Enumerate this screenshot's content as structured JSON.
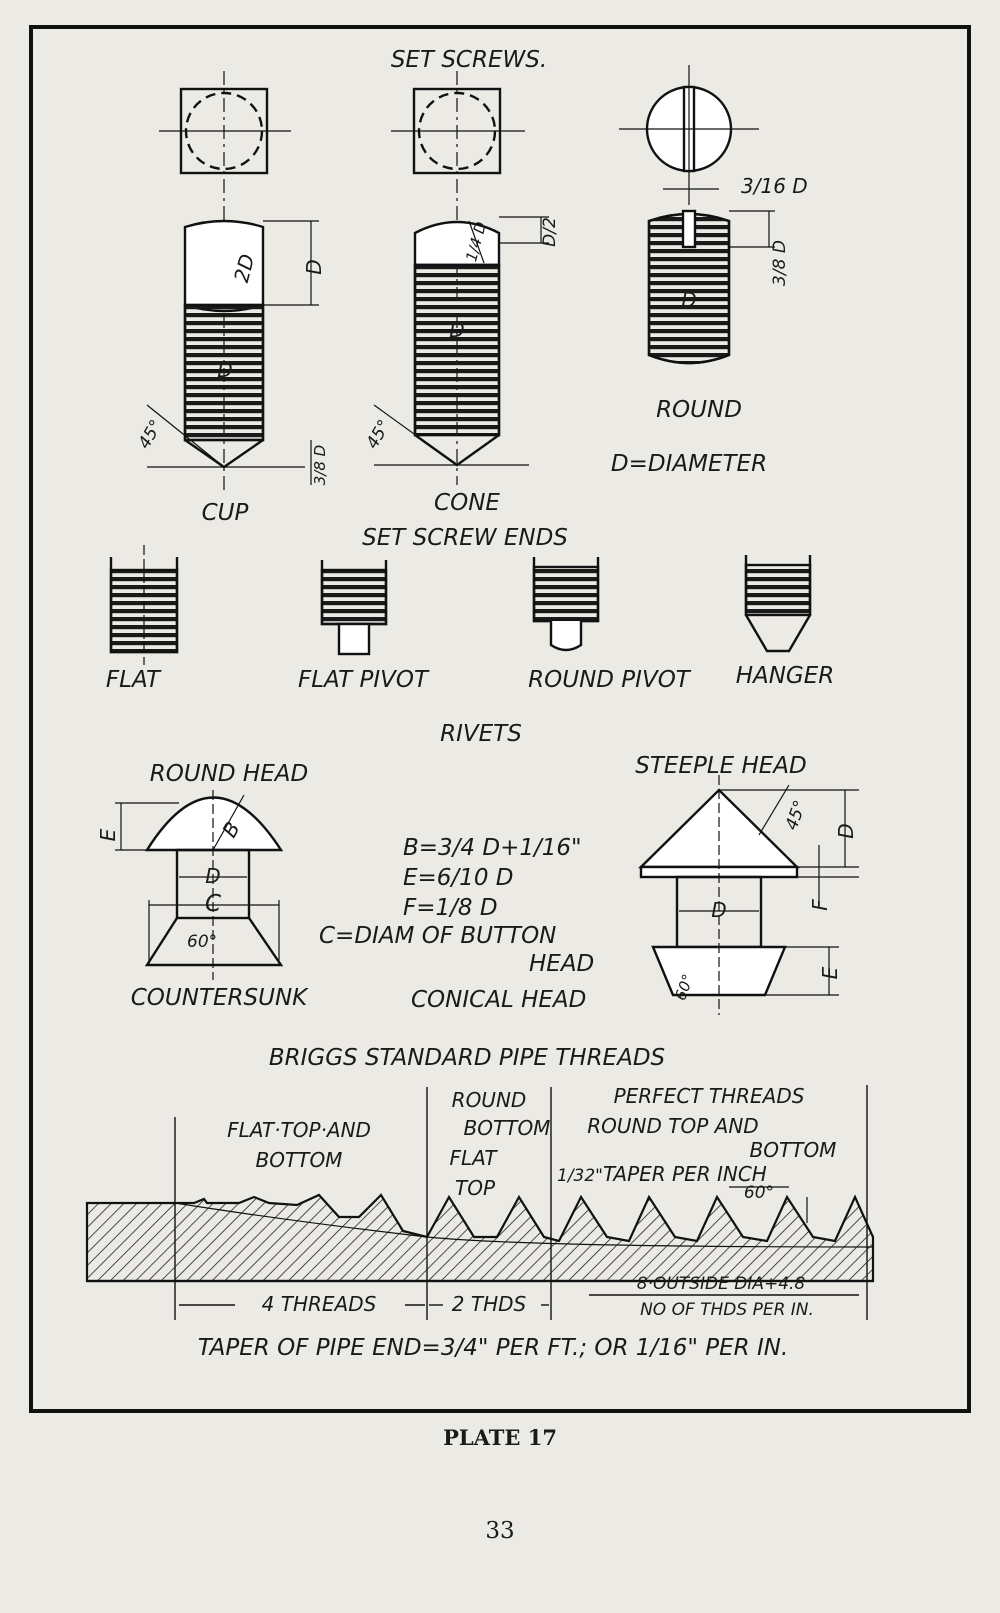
{
  "set_screws": {
    "title": "SET SCREWS.",
    "cup": "CUP",
    "cone": "CONE",
    "round": "ROUND",
    "diameter_note": "D=DIAMETER",
    "dim_d": "D",
    "dim_2d": "2D",
    "dim_3_8d": "3/8 D",
    "dim_d_2": "D/2",
    "dim_1_4d": "1/4 D",
    "dim_3_16d": "3/16 D",
    "angle_45": "45°"
  },
  "screw_ends": {
    "title": "SET SCREW ENDS",
    "flat": "FLAT",
    "flat_pivot": "FLAT PIVOT",
    "round_pivot": "ROUND PIVOT",
    "hanger": "HANGER"
  },
  "rivets": {
    "title": "RIVETS",
    "round_head": "ROUND HEAD",
    "steeple_head": "STEEPLE HEAD",
    "countersunk": "COUNTERSUNK",
    "conical_head": "CONICAL HEAD",
    "formula_b": "B=3/4 D+1/16\"",
    "formula_e": "E=6/10 D",
    "formula_f": "F=1/8 D",
    "c_note_1": "C=DIAM OF BUTTON",
    "c_note_2": "HEAD",
    "lbl_e": "E",
    "lbl_b": "B",
    "lbl_d": "D",
    "lbl_c": "C",
    "lbl_f": "F",
    "angle_60": "60°",
    "angle_45": "45°"
  },
  "pipe_threads": {
    "title": "BRIGGS STANDARD PIPE THREADS",
    "flat_top_1": "FLAT·TOP·AND",
    "flat_top_2": "BOTTOM",
    "round_1": "ROUND",
    "round_2": "BOTTOM",
    "round_3": "FLAT",
    "round_4": "TOP",
    "perfect_1": "PERFECT THREADS",
    "perfect_2": "ROUND TOP AND",
    "perfect_3": "BOTTOM",
    "taper_frac": "1/32\"",
    "taper_text": "TAPER PER INCH",
    "angle_60": "60°",
    "four_threads": "4 THREADS",
    "two_threads": "2 THDS",
    "formula_num": "8·OUTSIDE DIA+4.8",
    "formula_den": "NO OF THDS PER IN.",
    "taper_note": "TAPER OF PIPE END=3/4\" PER FT.; OR 1/16\" PER IN."
  },
  "footer": {
    "caption": "PLATE 17",
    "page_number": "33"
  }
}
